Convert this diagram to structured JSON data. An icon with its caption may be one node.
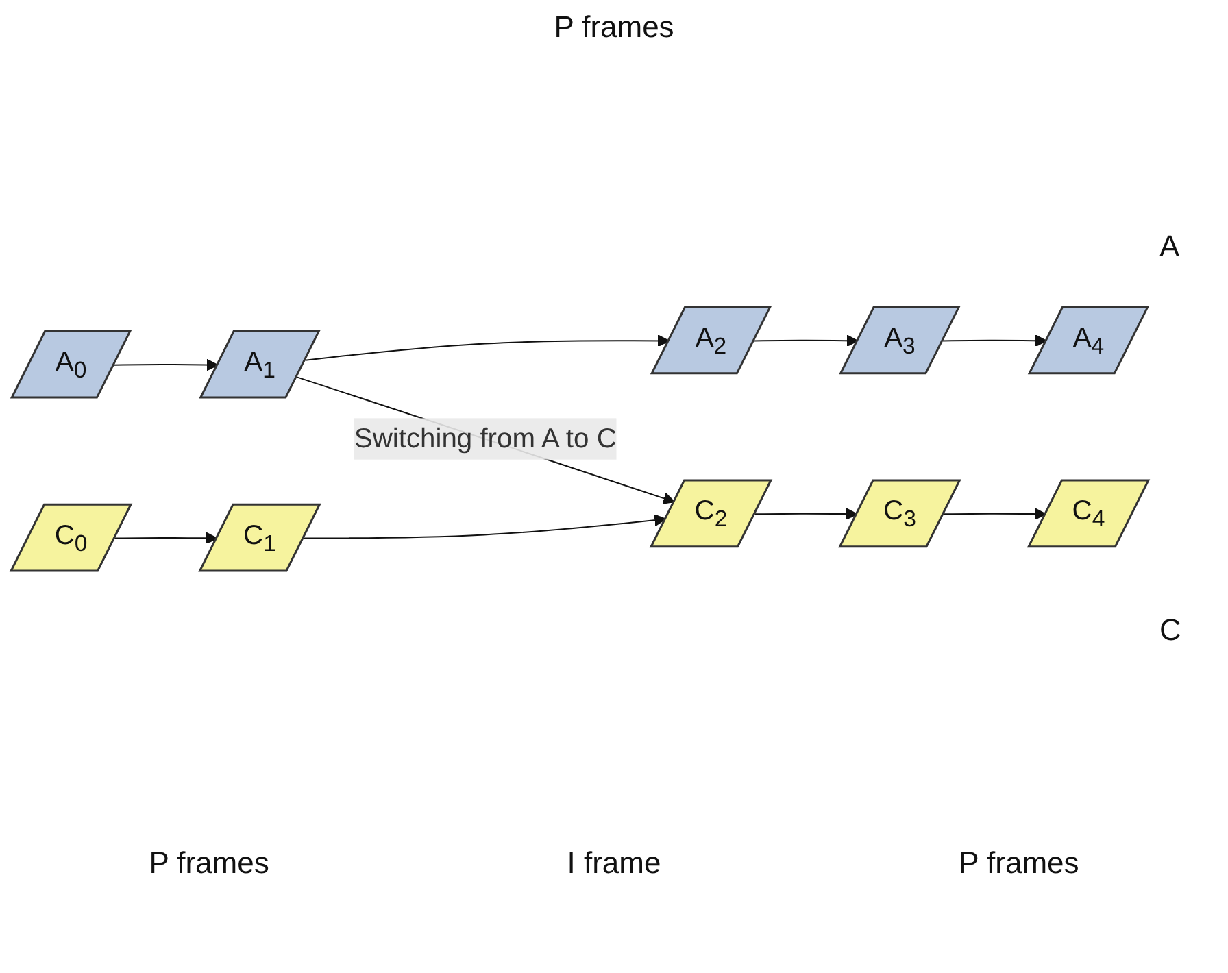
{
  "diagram": {
    "nodes": [
      {
        "text": [
          "A$_{0}$"
        ]
      },
      {
        "text": [
          "A$_{1}$"
        ]
      },
      {
        "text": [
          "A$_{2}$"
        ]
      },
      {
        "text": [
          "A$_{3}$"
        ]
      },
      {
        "text": [
          "A$_{4}$"
        ]
      },
      {
        "text": [
          "C$_{0}$"
        ]
      },
      {
        "text": [
          "C$_{1}$"
        ]
      },
      {
        "text": [
          "C$_{2}$"
        ]
      },
      {
        "text": [
          "C$_{3}$"
        ]
      },
      {
        "text": [
          "C$_{4}$"
        ]
      }
    ],
    "edges": [
      {
        "from": 0,
        "to": 1,
        "arrow": "to"
      },
      {
        "from": 1,
        "to": 2,
        "arrow": "to"
      },
      {
        "from": 2,
        "to": 3,
        "arrow": "to"
      },
      {
        "from": 3,
        "to": 4,
        "arrow": "to"
      },
      {
        "from": 1,
        "to": 7,
        "arrow": "to",
        "label": "Switching from A to C"
      },
      {
        "from": 5,
        "to": 6,
        "arrow": "to"
      },
      {
        "from": 6,
        "to": 7,
        "arrow": "to"
      },
      {
        "from": 7,
        "to": 8,
        "arrow": "to"
      },
      {
        "from": 8,
        "to": 9,
        "arrow": "to"
      }
    ],
    "labels": [
      "P frames",
      "A",
      "C",
      "P frames",
      "I frame",
      "P frames"
    ]
  }
}
